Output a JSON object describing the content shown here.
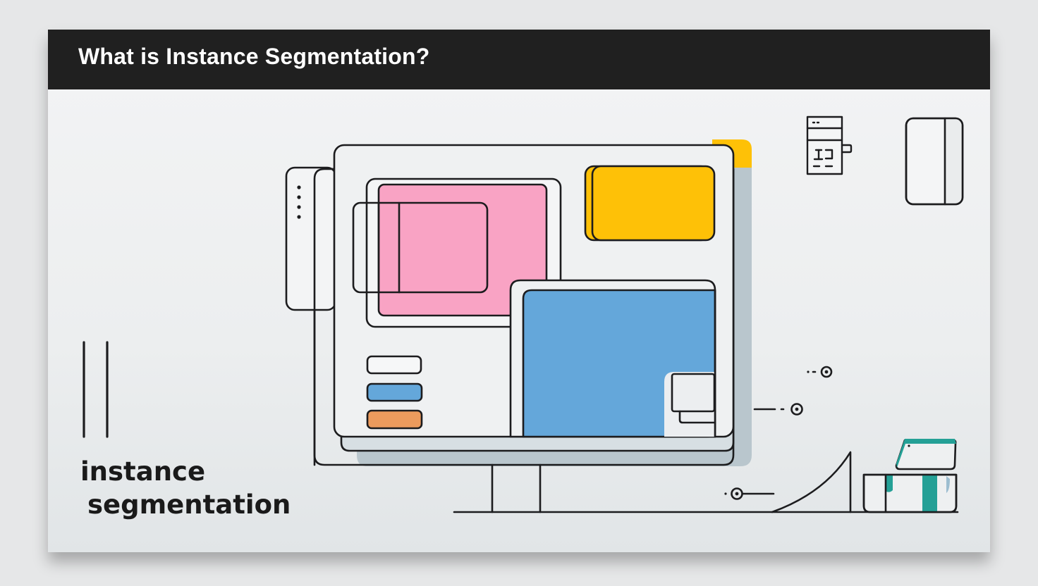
{
  "slide": {
    "title": "What is Instance Segmentation?",
    "caption_line1": "instance",
    "caption_line2": "segmentation"
  },
  "colors": {
    "title_bar": "#202020",
    "outline": "#1c1c1e",
    "pink_instance": "#f9a3c4",
    "yellow_instance": "#fec107",
    "blue_instance": "#64a7da",
    "orange_swatch": "#ec9b5d",
    "teal_accent": "#24a096",
    "shadow_gray": "#b9c6cd",
    "background": "#eef0f1"
  },
  "illustration": {
    "monitor": "computer-monitor-with-segmented-regions",
    "instances": [
      "pink-instance-mask",
      "yellow-instance-mask",
      "blue-instance-mask"
    ],
    "legend_swatches": [
      "white",
      "blue",
      "orange"
    ],
    "icons": [
      "document-mug-icon",
      "card-panel-icon",
      "node-connector-icon",
      "ramp-shape",
      "box-package-icon"
    ]
  }
}
